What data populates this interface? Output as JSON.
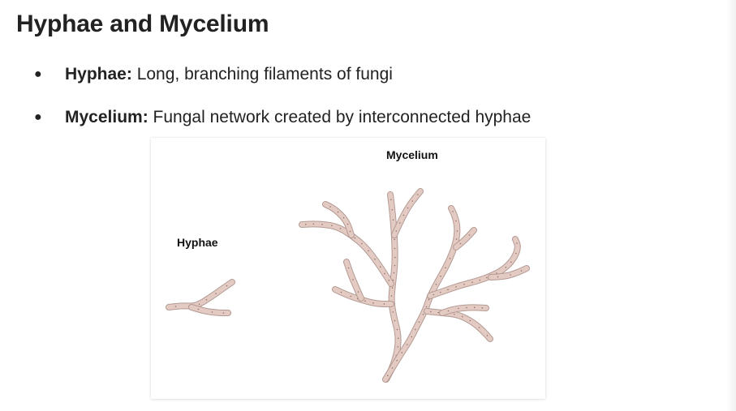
{
  "slide": {
    "title": "Hyphae and Mycelium",
    "bullets": [
      {
        "term": "Hyphae:",
        "text": "Long, branching filaments of fungi"
      },
      {
        "term": "Mycelium:",
        "text": "Fungal network created by interconnected hyphae"
      }
    ],
    "bullet_glyph": "●",
    "figure": {
      "label_mycelium": "Mycelium",
      "label_hyphae": "Hyphae",
      "filament_color": "#e3cbc4",
      "filament_edge_color": "#b39a93",
      "filament_dot_color": "#8f7069"
    }
  }
}
